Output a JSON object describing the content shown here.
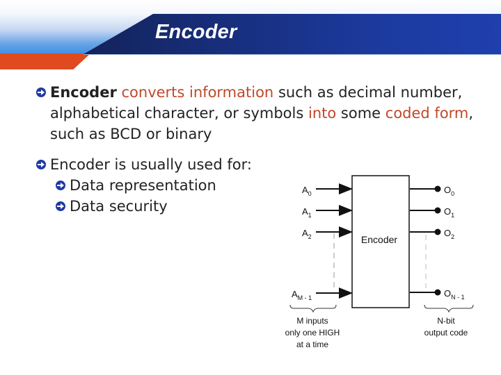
{
  "header": {
    "title": "Encoder",
    "colors": {
      "navy": "#172d78",
      "orange": "#e04a1f",
      "blue": "#3f8fe0"
    }
  },
  "bullets": {
    "first": {
      "bold": "Encoder",
      "part1": "converts information",
      "part2": "such as decimal number, alphabetical character, or symbols",
      "part3": "into",
      "part4": "some",
      "part5": "coded form",
      "part6": ", such as BCD or binary"
    },
    "second": {
      "text": "Encoder is usually used for:",
      "subitems": [
        "Data representation",
        "Data security"
      ]
    },
    "highlight_color": "#c0482a",
    "bullet_icon": "right-arrow-circle-icon"
  },
  "diagram": {
    "block_label": "Encoder",
    "inputs": [
      {
        "base": "A",
        "sub": "0"
      },
      {
        "base": "A",
        "sub": "1"
      },
      {
        "base": "A",
        "sub": "2"
      },
      {
        "base": "A",
        "sub": "M - 1"
      }
    ],
    "outputs": [
      {
        "base": "O",
        "sub": "0"
      },
      {
        "base": "O",
        "sub": "1"
      },
      {
        "base": "O",
        "sub": "2"
      },
      {
        "base": "O",
        "sub": "N - 1"
      }
    ],
    "input_caption": [
      "M inputs",
      "only one HIGH",
      "at a time"
    ],
    "output_caption": [
      "N-bit",
      "output code"
    ]
  }
}
